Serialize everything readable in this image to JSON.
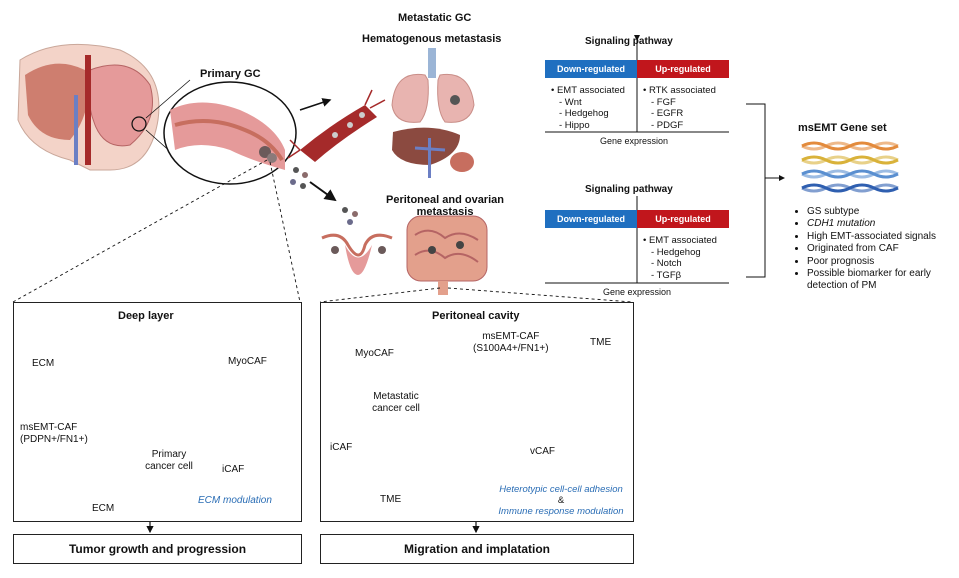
{
  "top": {
    "metastatic_title": "Metastatic GC",
    "hematogenous": "Hematogenous metastasis",
    "primary_gc": "Primary GC",
    "peritoneal_line1": "Peritoneal and ovarian",
    "peritoneal_line2": "metastasis"
  },
  "pathway1": {
    "title": "Signaling pathway",
    "down": "Down-regulated",
    "up": "Up-regulated",
    "left_items": [
      "• EMT associated",
      "- Wnt",
      "- Hedgehog",
      "- Hippo"
    ],
    "right_items": [
      "• RTK associated",
      "- FGF",
      "- EGFR",
      "- PDGF"
    ],
    "axis": "Gene expression"
  },
  "pathway2": {
    "title": "Signaling pathway",
    "down": "Down-regulated",
    "up": "Up-regulated",
    "right_items": [
      "• EMT associated",
      "- Hedgehog",
      "- Notch",
      "- TGFβ"
    ],
    "axis": "Gene expression"
  },
  "geneset": {
    "title": "msEMT Gene set",
    "items": [
      "GS subtype",
      "CDH1 mutation",
      "High EMT-associated signals",
      "Originated from CAF",
      "Poor prognosis",
      "Possible biomarker for early detection of PM"
    ],
    "colors": [
      "#e38b3c",
      "#d9b23a",
      "#5a8fd0",
      "#2f5fb0"
    ]
  },
  "deep": {
    "title": "Deep layer",
    "ecm_top": "ECM",
    "myocaf": "MyoCAF",
    "msemt_line1": "msEMT-CAF",
    "msemt_line2": "(PDPN+/FN1+)",
    "primary_line1": "Primary",
    "primary_line2": "cancer cell",
    "icaf": "iCAF",
    "ecm_bottom": "ECM",
    "modulation": "ECM modulation",
    "outcome": "Tumor growth and progression"
  },
  "peritoneal": {
    "title": "Peritoneal cavity",
    "myocaf": "MyoCAF",
    "msemt_line1": "msEMT-CAF",
    "msemt_line2": "(S100A4+/FN1+)",
    "tme_top": "TME",
    "meta_line1": "Metastatic",
    "meta_line2": "cancer cell",
    "icaf": "iCAF",
    "vcaf": "vCAF",
    "tme_bottom": "TME",
    "adhesion_line1": "Heterotypic cell-cell adhesion",
    "adhesion_amp": "&",
    "adhesion_line2": "Immune response modulation",
    "outcome": "Migration and implatation"
  },
  "colors": {
    "down": "#1f6fc0",
    "up": "#c1161c",
    "stomach": "#e59a9a",
    "vessel": "#a52a2a",
    "accent_text": "#2a6db5"
  }
}
